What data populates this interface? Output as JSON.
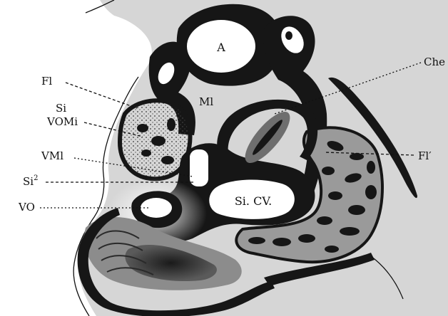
{
  "figure": {
    "labels": {
      "A": "A",
      "Ml": "Ml",
      "Fl": "Fl",
      "Si": "Si",
      "VOMi": "VOMi",
      "VMl": "VMl",
      "Si2": "Si",
      "Si2_sup": "2",
      "VO": "VO",
      "Che": "Che",
      "Fl_prime": "Fl′",
      "SiCV": "Si. CV."
    },
    "colors": {
      "background": "#ffffff",
      "tissue": "#d6d6d6",
      "ink": "#161616",
      "stipple": "#8c8c8c"
    }
  }
}
